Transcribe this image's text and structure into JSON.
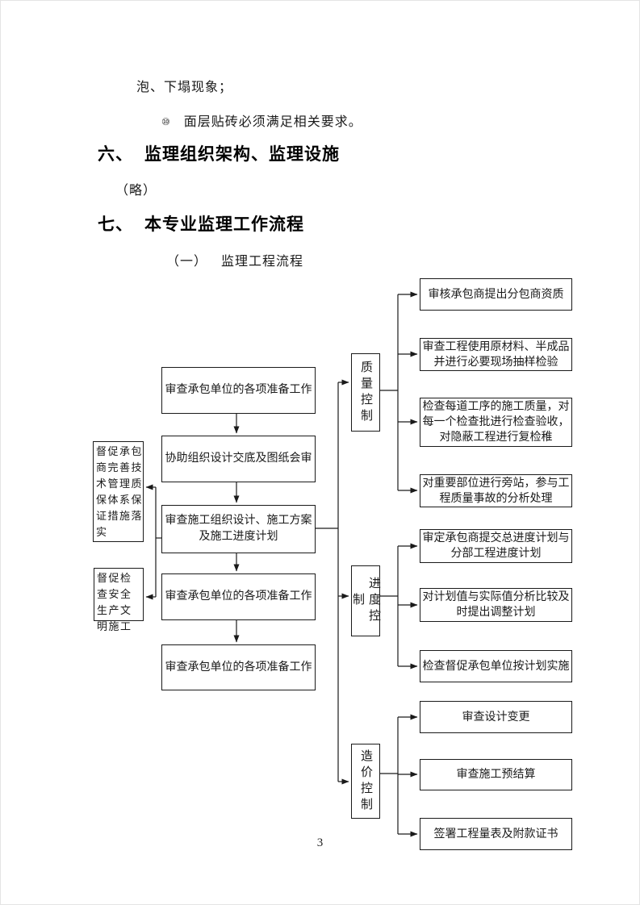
{
  "page": {
    "number": "3"
  },
  "content": {
    "para_top": "泡、下塌现象；",
    "item_marker": "⑩",
    "item_text": "面层贴砖必须满足相关要求。",
    "heading6_num": "六、",
    "heading6_title": "监理组织架构、监理设施",
    "note": "（略）",
    "heading7_num": "七、",
    "heading7_title": "本专业监理工作流程",
    "sub_num": "（一）",
    "sub_title": "监理工程流程"
  },
  "flowchart": {
    "main_flow": [
      "审查承包单位的各项准备工作",
      "协助组织设计交底及图纸会审",
      "审查施工组织设计、施工方案及施工进度计划",
      "审查承包单位的各项准备工作",
      "审查承包单位的各项准备工作"
    ],
    "side_notes": [
      "督促承包商完善技术管理质保体系保证措施落实",
      "督促检查安全生产文明施工"
    ],
    "controls": [
      "质量控制",
      "进度控制",
      "造价控制"
    ],
    "quality_tasks": [
      "审核承包商提出分包商资质",
      "审查工程使用原材料、半成品并进行必要现场抽样检验",
      "检查每道工序的施工质量，对每一个检查批进行检查验收，对隐蔽工程进行复检稚",
      "对重要部位进行旁站，参与工程质量事故的分析处理"
    ],
    "schedule_tasks": [
      "审定承包商提交总进度计划与分部工程进度计划",
      "对计划值与实际值分析比较及时提出调整计划",
      "检查督促承包单位按计划实施"
    ],
    "cost_tasks": [
      "审查设计变更",
      "审查施工预结算",
      "签署工程量表及附款证书"
    ]
  }
}
